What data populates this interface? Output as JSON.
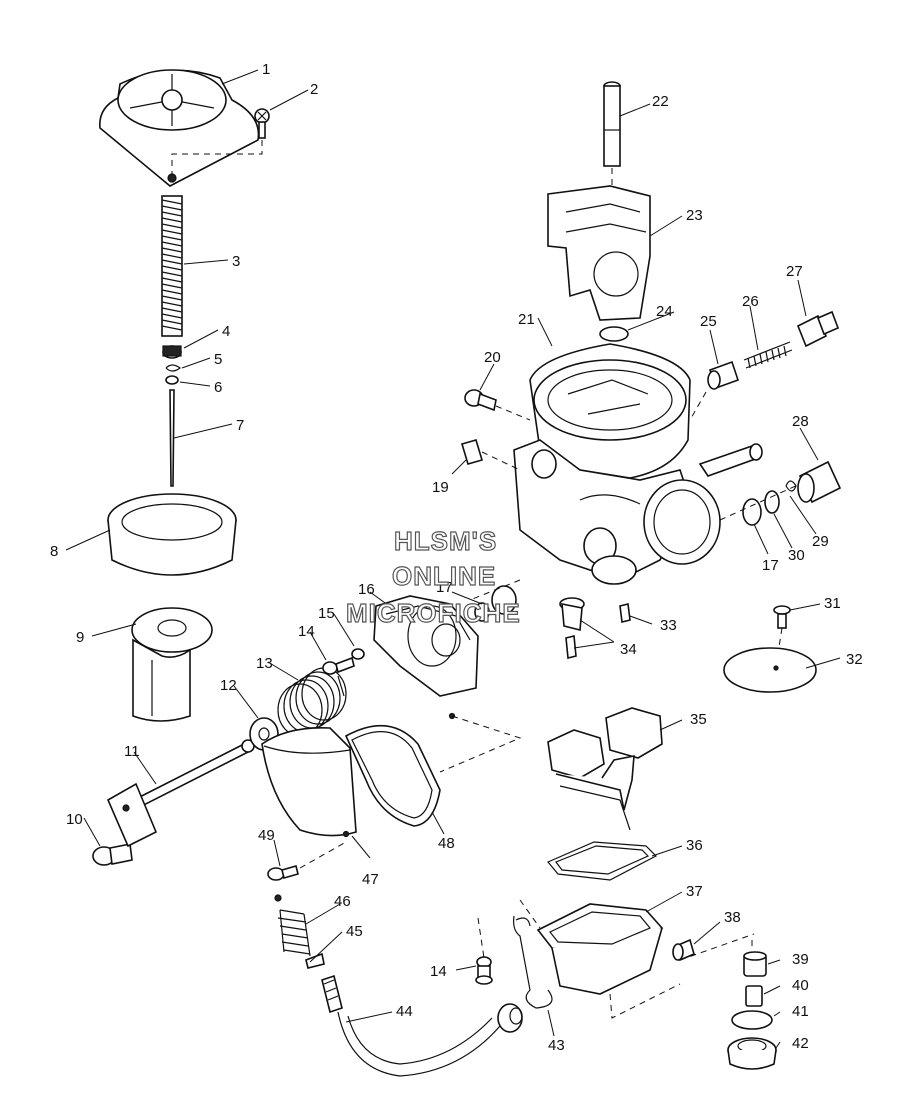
{
  "watermark": {
    "line1": "HLSM'S",
    "line2": "ONLINE",
    "line3": "MICROFICHE"
  },
  "callouts": {
    "c1": "1",
    "c2": "2",
    "c3": "3",
    "c4": "4",
    "c5": "5",
    "c6": "6",
    "c7": "7",
    "c8": "8",
    "c9": "9",
    "c10": "10",
    "c11": "11",
    "c12": "12",
    "c13": "13",
    "c14a": "14",
    "c14b": "14",
    "c15": "15",
    "c16": "16",
    "c17a": "17",
    "c17b": "17",
    "c19": "19",
    "c20": "20",
    "c21": "21",
    "c22": "22",
    "c23": "23",
    "c24": "24",
    "c25": "25",
    "c26": "26",
    "c27": "27",
    "c28": "28",
    "c29": "29",
    "c30": "30",
    "c31": "31",
    "c32": "32",
    "c33": "33",
    "c34": "34",
    "c35": "35",
    "c36": "36",
    "c37": "37",
    "c38": "38",
    "c39": "39",
    "c40": "40",
    "c41": "41",
    "c42": "42",
    "c43": "43",
    "c44": "44",
    "c45": "45",
    "c46": "46",
    "c47": "47",
    "c48": "48",
    "c49": "49"
  }
}
